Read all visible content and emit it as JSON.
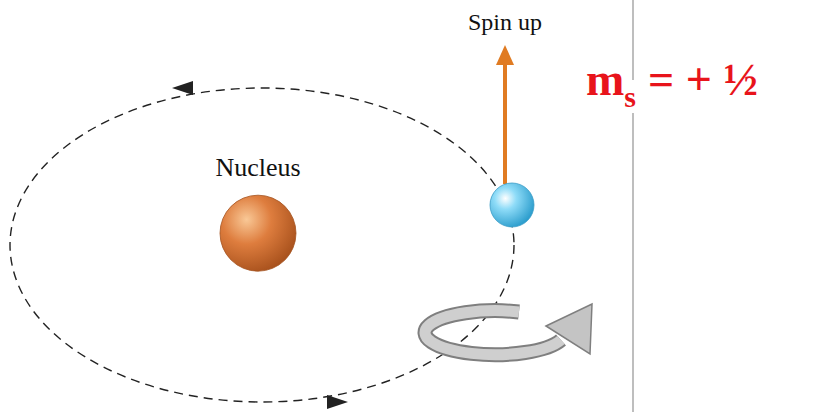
{
  "diagram": {
    "nodes": [
      {
        "text": [
          "Nucleus"
        ]
      }
    ],
    "labels": [
      "Spin up",
      "m",
      "s",
      "= + ½"
    ]
  }
}
